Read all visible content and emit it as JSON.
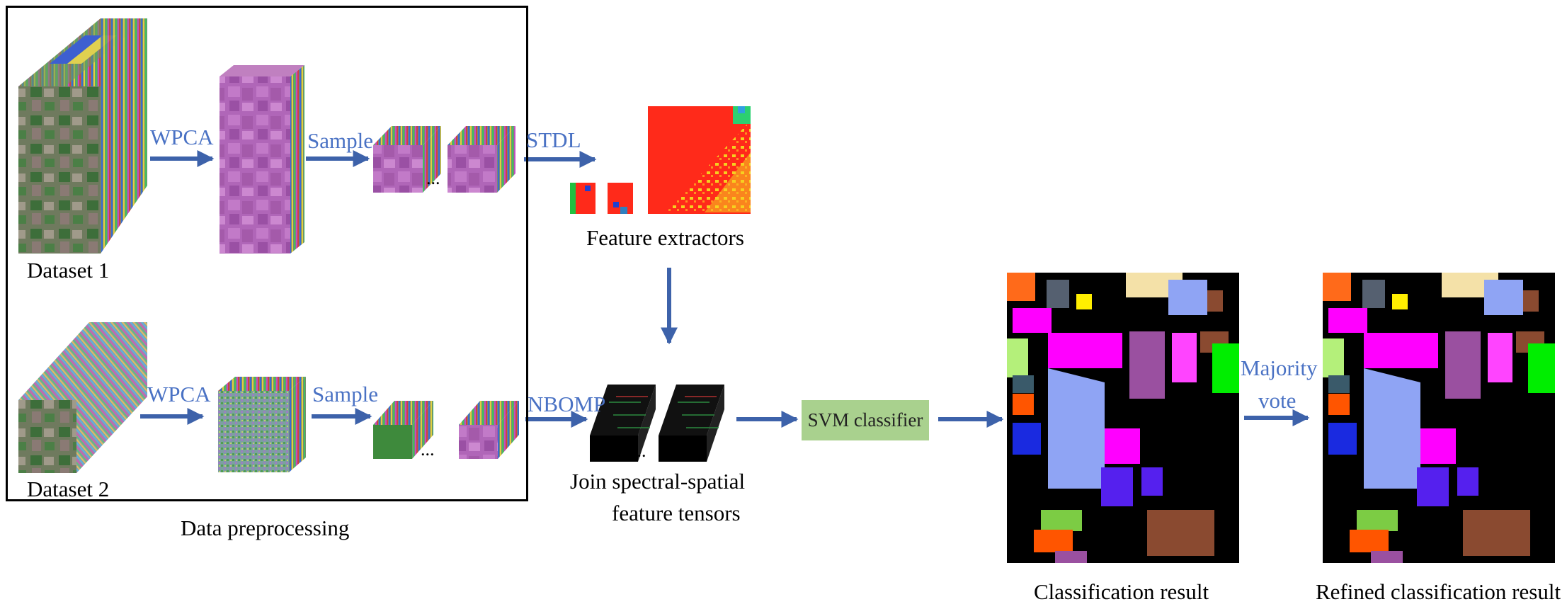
{
  "preprocessing": {
    "label": "Data preprocessing",
    "dataset1": {
      "label": "Dataset 1",
      "wpca_label": "WPCA",
      "sample_label": "Sample",
      "ellipsis": "..."
    },
    "dataset2": {
      "label": "Dataset 2",
      "wpca_label": "WPCA",
      "sample_label": "Sample",
      "ellipsis": "..."
    }
  },
  "feature_extraction": {
    "stdl_label": "STDL",
    "caption": "Feature extractors"
  },
  "tensors": {
    "nbomp_label": "NBOMP",
    "ellipsis": "...",
    "caption_line1": "Join spectral-spatial",
    "caption_line2": "feature tensors"
  },
  "classifier": {
    "label": "SVM classifier"
  },
  "results": {
    "classification_caption": "Classification result",
    "majority_line1": "Majority",
    "majority_line2": "vote",
    "refined_caption": "Refined classification result"
  },
  "colors": {
    "arrow": "#3d62aa",
    "label_blue": "#4a72c4",
    "svm_box": "#a9d18e"
  }
}
